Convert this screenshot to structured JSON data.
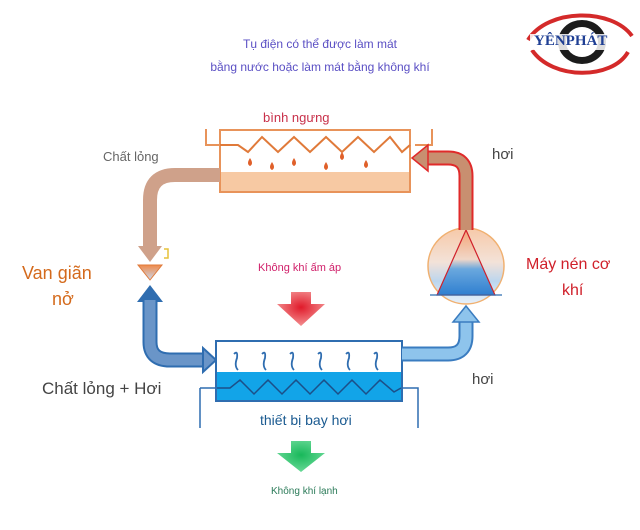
{
  "header": {
    "caption_line1": "Tụ điện có thể được làm mát",
    "caption_line2": "bằng nước hoặc làm mát bằng không khí"
  },
  "logo": {
    "part1": "YÊN",
    "part2": "PHÁT",
    "colors": {
      "blue": "#1f3f94",
      "red": "#d42a2a",
      "dark": "#222222"
    }
  },
  "components": {
    "condenser": {
      "label": "bình ngưng",
      "color": "#e8935a"
    },
    "evaporator": {
      "label": "thiết bị bay hơi",
      "color": "#1aa6e6"
    },
    "compressor": {
      "label_line1": "Máy nén cơ",
      "label_line2": "khí",
      "color": "#d0202a"
    },
    "expansion_valve": {
      "label_line1": "Van giãn",
      "label_line2": "nở",
      "color": "#d46a1c"
    }
  },
  "flows": {
    "liquid": "Chất lỏng",
    "vapor_top": "hơi",
    "vapor_bottom": "hơi",
    "liquid_vapor": "Chất lỏng + Hơi",
    "warm_air": "Không khí ấm áp",
    "cold_air": "Không khí lạnh"
  }
}
